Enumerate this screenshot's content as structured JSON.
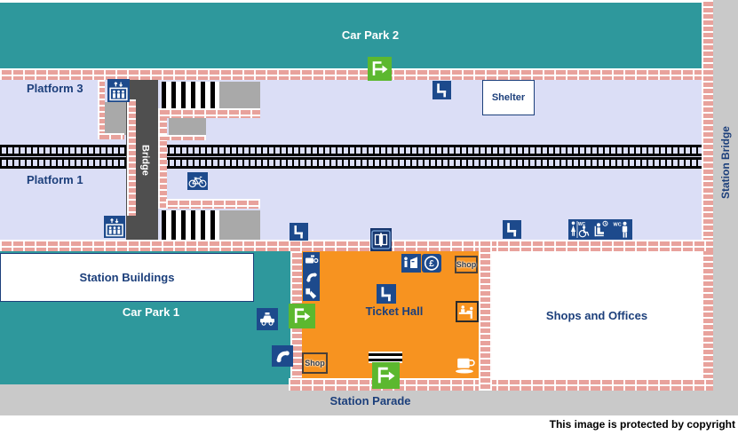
{
  "labels": {
    "car_park_2": "Car Park 2",
    "platform_3": "Platform 3",
    "platform_1": "Platform 1",
    "bridge": "Bridge",
    "shelter": "Shelter",
    "station_bridge": "Station Bridge",
    "station_buildings": "Station Buildings",
    "car_park_1": "Car Park 1",
    "ticket_hall": "Ticket Hall",
    "shops_and_offices": "Shops and Offices",
    "shop": "Shop",
    "station_parade": "Station Parade",
    "copyright": "This image is protected by copyright",
    "wc": "WC",
    "pound": "£"
  },
  "icons": [
    {
      "name": "exit-icon",
      "meaning": "way out / exit",
      "count": 3
    },
    {
      "name": "lift-icon",
      "meaning": "lift between platforms",
      "count": 2
    },
    {
      "name": "seat-icon",
      "meaning": "seats / bench",
      "count": 3
    },
    {
      "name": "cycle-storage-icon",
      "meaning": "cycle storage",
      "count": 1
    },
    {
      "name": "entrance-doors-icon",
      "meaning": "entrance doors",
      "count": 1
    },
    {
      "name": "accessible-toilet-icon",
      "meaning": "accessible toilet (WC)",
      "count": 1
    },
    {
      "name": "waiting-room-icon",
      "meaning": "waiting room",
      "count": 1
    },
    {
      "name": "mens-toilet-icon",
      "meaning": "men's toilet (WC)",
      "count": 1
    },
    {
      "name": "cctv-icon",
      "meaning": "CCTV camera",
      "count": 1
    },
    {
      "name": "telephone-icon",
      "meaning": "telephone",
      "count": 2
    },
    {
      "name": "card-phone-icon",
      "meaning": "card / ticket in hand",
      "count": 1
    },
    {
      "name": "ticket-machine-icon",
      "meaning": "ticket machine",
      "count": 1
    },
    {
      "name": "pound-coin-icon",
      "meaning": "cash / pound coin",
      "count": 1
    },
    {
      "name": "ticket-office-icon",
      "meaning": "ticket office counter",
      "count": 1
    },
    {
      "name": "refreshments-icon",
      "meaning": "refreshments / coffee",
      "count": 1
    },
    {
      "name": "taxi-icon",
      "meaning": "taxi rank",
      "count": 1
    },
    {
      "name": "pedestrian-crossing",
      "meaning": "zebra crossing",
      "count": 3
    }
  ],
  "colors": {
    "car_park_teal": "#2E989C",
    "platform_lavender": "#DBDEF6",
    "ticket_hall_orange": "#F79320",
    "brick_pink": "#E8A29C",
    "icon_navy": "#1D4A8C",
    "exit_green": "#5CB82F",
    "bridge_gray": "#4F4F4F",
    "ramp_gray": "#A9A9A9",
    "road_gray": "#C9C9C9",
    "text_navy": "#1C3F7B"
  }
}
